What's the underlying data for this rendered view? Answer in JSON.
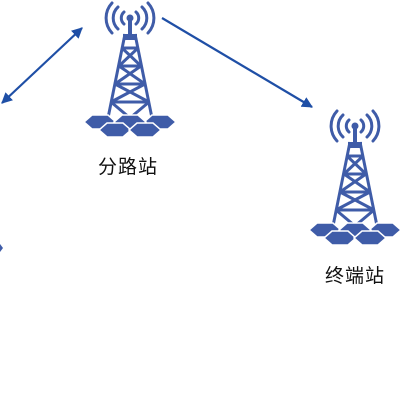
{
  "nodes": [
    {
      "id": "branch",
      "label": "分路站"
    },
    {
      "id": "terminal",
      "label": "终端站"
    }
  ],
  "colors": {
    "tower": "#3f5ca8",
    "tower_dark": "#2b4588",
    "arrow": "#1f4fa6",
    "text": "#111111"
  },
  "icons": [
    "radio-tower-icon",
    "signal-waves-icon",
    "arrow-icon"
  ]
}
